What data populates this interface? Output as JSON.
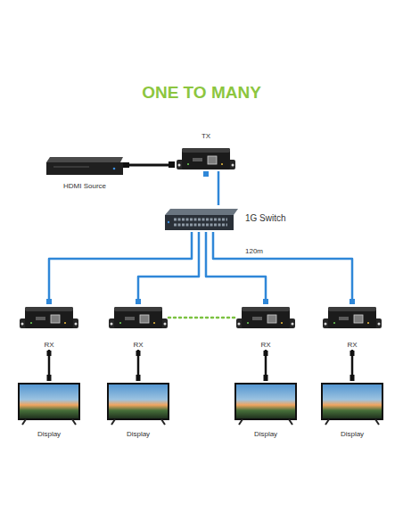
{
  "diagram": {
    "title": "ONE TO MANY",
    "nodes": [
      {
        "text": [
          "HDMI Source"
        ]
      },
      {
        "text": [
          "TX"
        ]
      },
      {
        "text": [
          "1G Switch"
        ]
      },
      {
        "text": [
          "RX"
        ]
      },
      {
        "text": [
          "RX"
        ]
      },
      {
        "text": [
          "RX"
        ]
      },
      {
        "text": [
          "RX"
        ]
      },
      {
        "text": [
          "Display"
        ]
      },
      {
        "text": [
          "Display"
        ]
      },
      {
        "text": [
          "Display"
        ]
      },
      {
        "text": [
          "Display"
        ]
      }
    ],
    "edges": [
      {
        "from": 0,
        "to": 1,
        "arrow": "none"
      },
      {
        "from": 1,
        "to": 2,
        "arrow": "none"
      },
      {
        "from": 2,
        "to": 3,
        "arrow": "none"
      },
      {
        "from": 2,
        "to": 4,
        "arrow": "none"
      },
      {
        "from": 2,
        "to": 5,
        "arrow": "none"
      },
      {
        "from": 2,
        "to": 6,
        "arrow": "none",
        "label": "120m"
      },
      {
        "from": 3,
        "to": 7,
        "arrow": "none"
      },
      {
        "from": 4,
        "to": 8,
        "arrow": "none"
      },
      {
        "from": 5,
        "to": 9,
        "arrow": "none"
      },
      {
        "from": 6,
        "to": 10,
        "arrow": "none"
      },
      {
        "from": 4,
        "to": 5,
        "arrow": "none"
      }
    ]
  }
}
